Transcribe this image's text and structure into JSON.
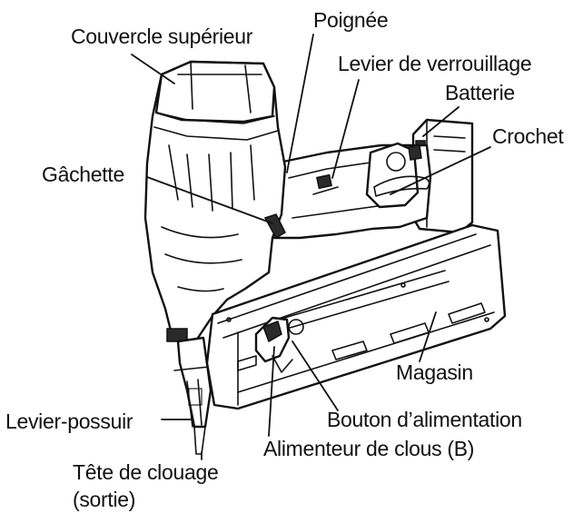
{
  "labels": {
    "top_cover": "Couvercle supérieur",
    "handle": "Poignée",
    "lock_lever": "Levier de verrouillage",
    "battery": "Batterie",
    "hook": "Crochet",
    "trigger": "Gâchette",
    "magazine": "Magasin",
    "feed_button": "Bouton d’alimentation",
    "contact_arm": "Levier-possuir",
    "nail_feeder": "Alimenteur de clous (B)",
    "nose_line1": "Tête de clouage",
    "nose_line2": "(sortie)"
  },
  "colors": {
    "ink": "#111111",
    "background": "#ffffff"
  }
}
